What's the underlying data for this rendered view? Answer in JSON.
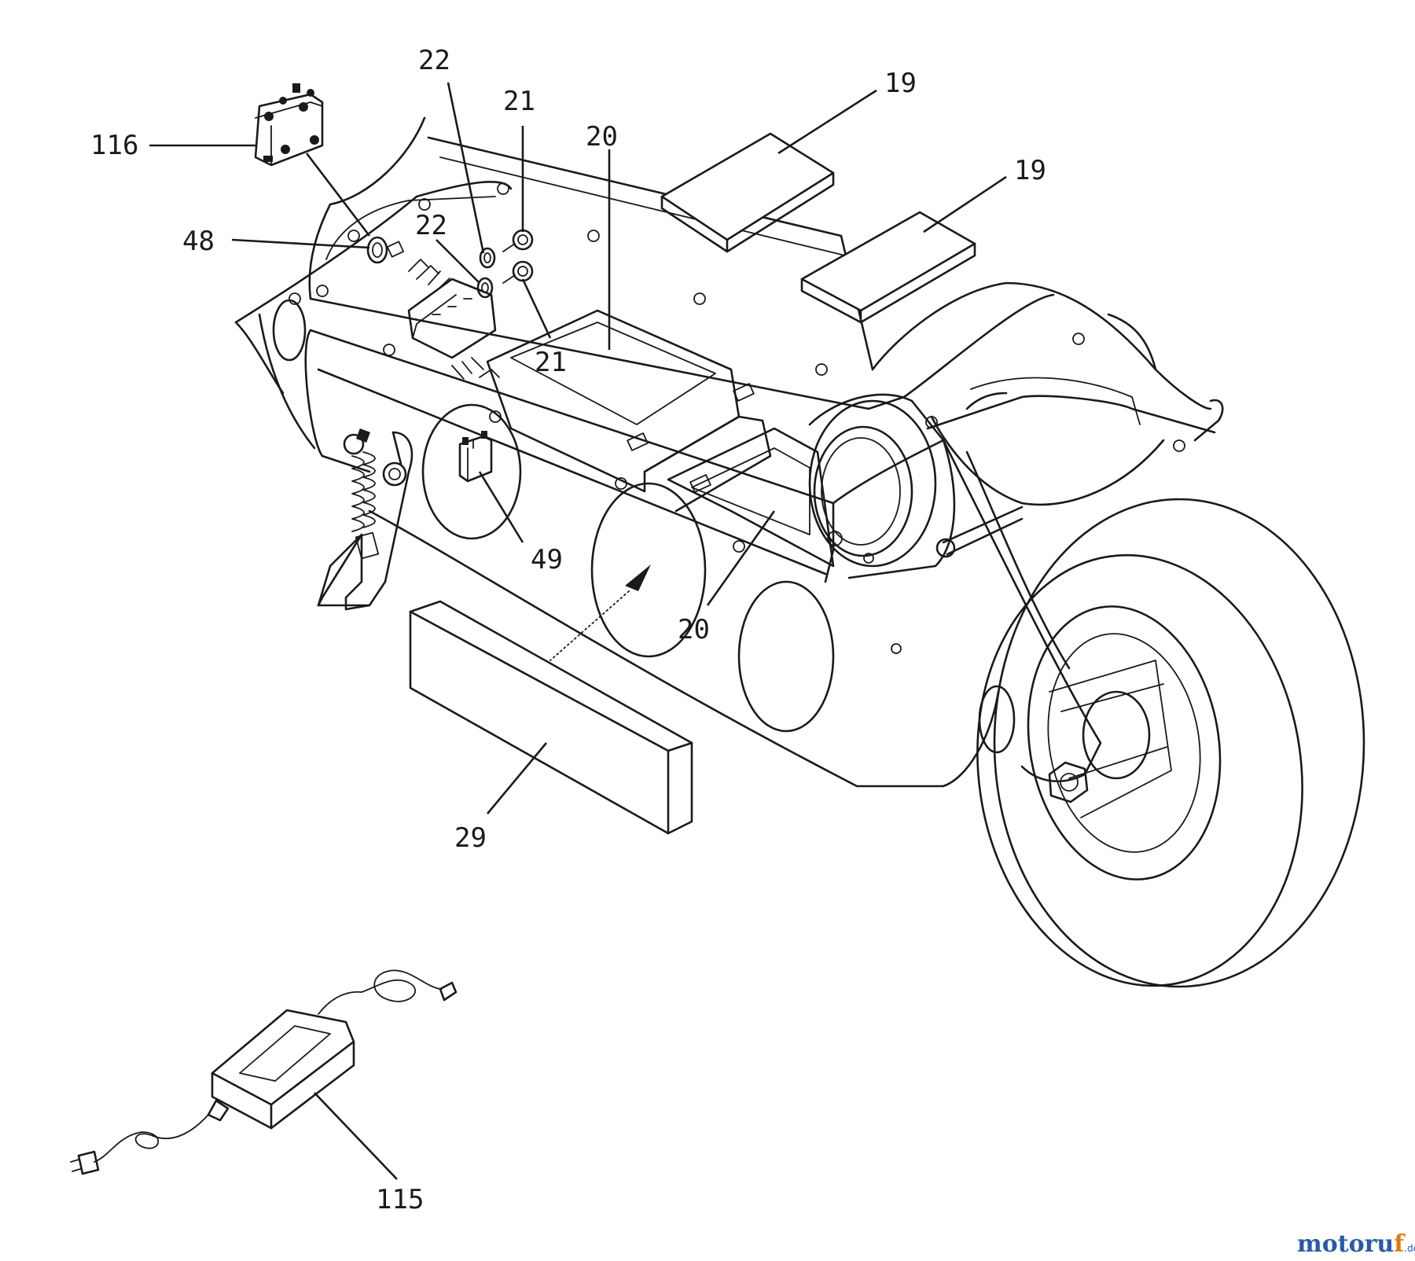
{
  "callouts": [
    {
      "id": "c116",
      "label": "116"
    },
    {
      "id": "c22a",
      "label": "22"
    },
    {
      "id": "c21a",
      "label": "21"
    },
    {
      "id": "c20a",
      "label": "20"
    },
    {
      "id": "c19a",
      "label": "19"
    },
    {
      "id": "c19b",
      "label": "19"
    },
    {
      "id": "c48",
      "label": "48"
    },
    {
      "id": "c22b",
      "label": "22"
    },
    {
      "id": "c21b",
      "label": "21"
    },
    {
      "id": "c49",
      "label": "49"
    },
    {
      "id": "c20b",
      "label": "20"
    },
    {
      "id": "c29",
      "label": "29"
    },
    {
      "id": "c115",
      "label": "115"
    }
  ],
  "watermark": {
    "main": "motoru",
    "accent": "f",
    "suffix": ".de"
  },
  "colors": {
    "line": "#1a1a1a",
    "watermark_blue": "#2a5aa8",
    "watermark_orange": "#e07a10"
  }
}
